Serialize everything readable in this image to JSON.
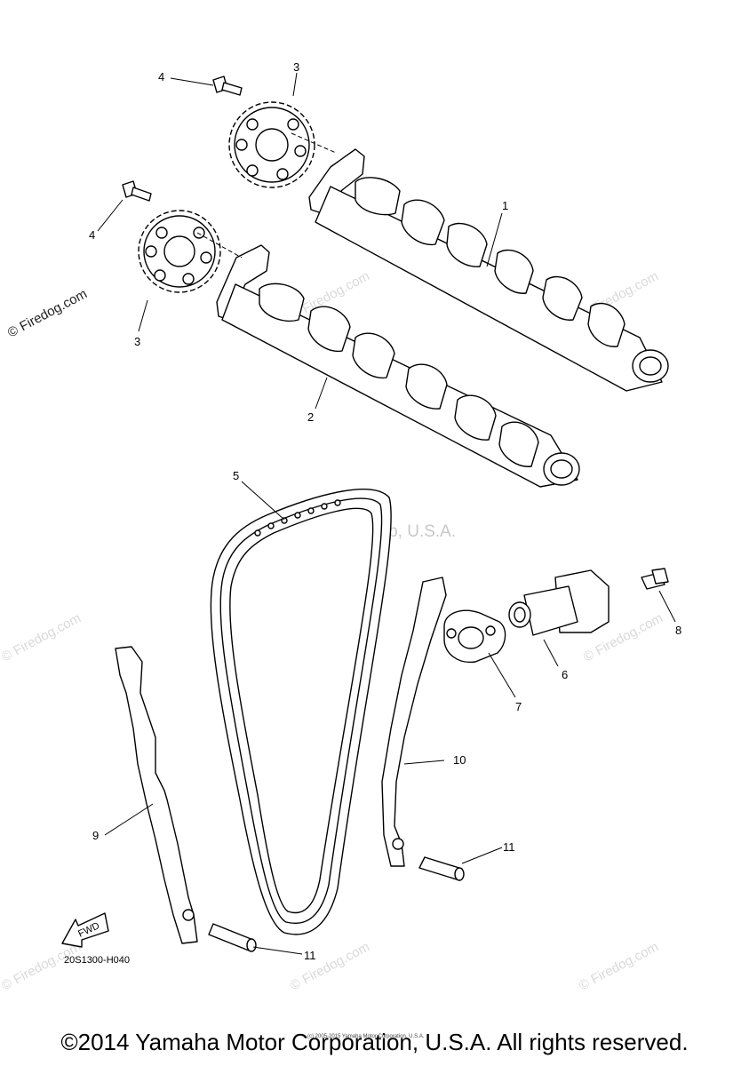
{
  "callouts": {
    "c1": "1",
    "c2": "2",
    "c3a": "3",
    "c3b": "3",
    "c4a": "4",
    "c4b": "4",
    "c5": "5",
    "c6": "6",
    "c7": "7",
    "c8": "8",
    "c9": "9",
    "c10": "10",
    "c11a": "11",
    "c11b": "11"
  },
  "diagram_code": "20S1300-H040",
  "fwd_label": "FWD",
  "watermarks": {
    "firedog": "© Firedog.com",
    "center": "Yamaha Motor Corp, U.S.A.",
    "tiny": "(c) 2005-2015 Yamaha Motor Corporation, U.S.A."
  },
  "footer": "©2014 Yamaha Motor Corporation, U.S.A. All rights reserved."
}
